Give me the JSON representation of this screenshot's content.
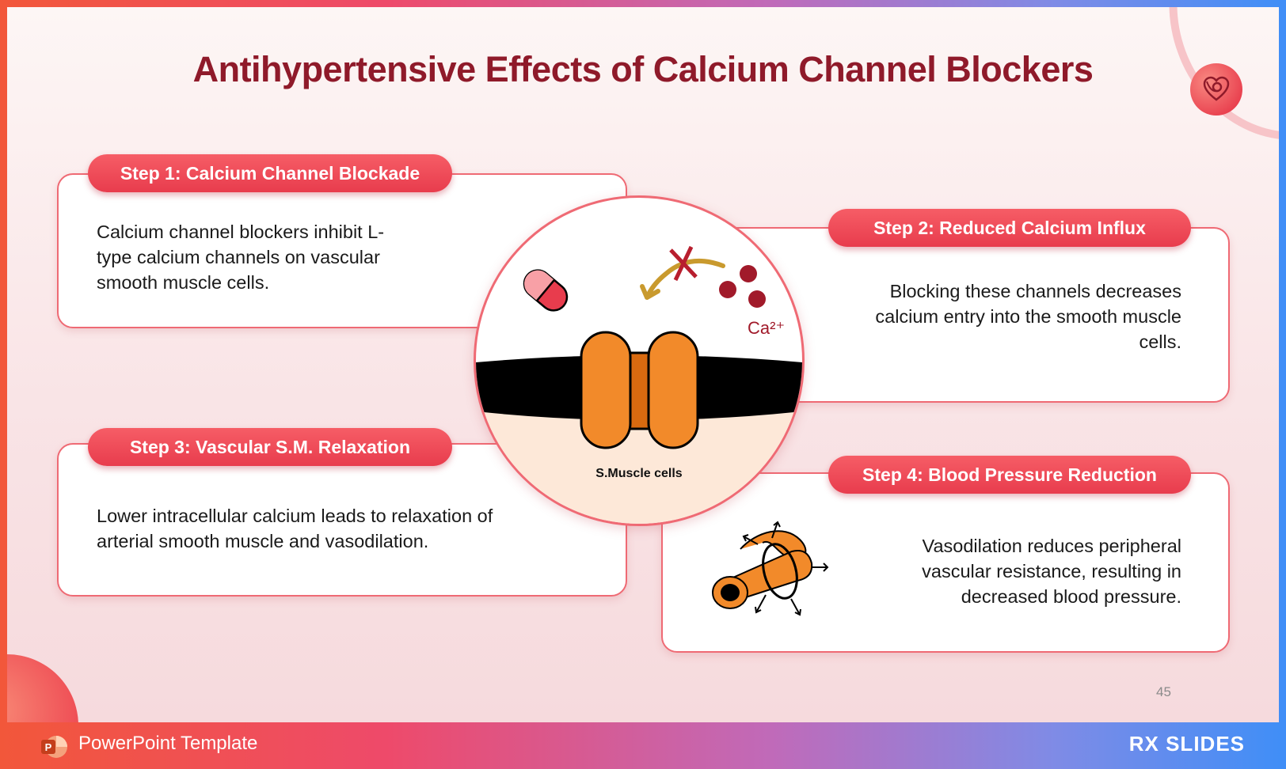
{
  "slide": {
    "title": "Antihypertensive Effects of Calcium Channel Blockers",
    "page_number": "45"
  },
  "steps": [
    {
      "label": "Step 1: Calcium Channel Blockade",
      "text": "Calcium channel blockers inhibit L-type calcium channels on vascular smooth muscle cells."
    },
    {
      "label": "Step 2: Reduced Calcium Influx",
      "text": "Blocking these channels decreases calcium entry into the smooth muscle cells."
    },
    {
      "label": "Step 3: Vascular S.M. Relaxation",
      "text": "Lower intracellular calcium leads to relaxation of arterial smooth muscle and vasodilation."
    },
    {
      "label": "Step 4: Blood Pressure Reduction",
      "text": "Vasodilation reduces peripheral vascular resistance, resulting in decreased blood pressure."
    }
  ],
  "diagram": {
    "ion_label": "Ca²⁺",
    "cell_label": "S.Muscle cells"
  },
  "footer": {
    "template_label": "PowerPoint Template",
    "brand": "RX SLIDES",
    "ppt_letter": "P"
  },
  "colors": {
    "accent": "#e83c4d",
    "title": "#8f1a2a",
    "channel": "#f28a2a"
  },
  "icons": [
    "heart-stethoscope-icon",
    "pill-icon",
    "calcium-ion-icon",
    "blocked-arrow-icon",
    "vessel-dilation-icon",
    "powerpoint-icon"
  ]
}
